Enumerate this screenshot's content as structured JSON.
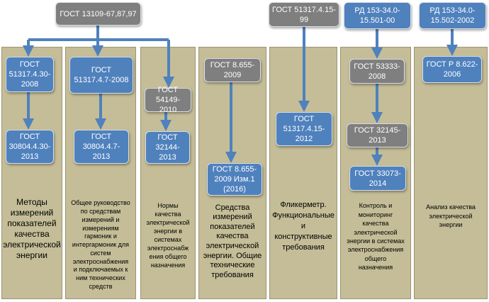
{
  "colors": {
    "column_bg": "#c4bd97",
    "gray_box": "#7f7f7f",
    "blue_box": "#4f81bd",
    "connector": "#4f81bd"
  },
  "top": {
    "root": "ГОСТ 13109-67,87,97",
    "col5": "ГОСТ 51317.4.15-\n99",
    "col6": "РД 153-34.0-\n15.501-00",
    "col7": "РД 153-34.0-\n15.502-2002"
  },
  "columns": [
    {
      "boxes": [
        "ГОСТ\n51317.4.30-\n2008",
        "ГОСТ\n30804.4.30-\n2013"
      ],
      "description": "Методы\nизмерений\nпоказателей\nкачества\nэлектрической\nэнергии"
    },
    {
      "boxes": [
        "ГОСТ\n51317.4.7-2008",
        "ГОСТ\n30804.4.7-\n2013"
      ],
      "description": "Общее руководство\nпо средствам\nизмерений и\nизмерениям\nгармоник и\nинтергармоник для\nсистем\nэлектроснабжения\nи подключаемых к\nним технических\nсредств"
    },
    {
      "boxes": [
        "ГОСТ\n54149-2010",
        "ГОСТ\n32144-\n2013"
      ],
      "description": "Нормы\nкачества\nэлектрической\nэнергии в\nсистемах\nэлектроснабж\nения общего\nназначения"
    },
    {
      "boxes": [
        "ГОСТ 8.655-\n2009",
        "ГОСТ 8.655-\n2009 Изм.1\n(2016)"
      ],
      "description": "Средства\nизмерений\nпоказателей\nкачества\nэлектрической\nэнергии. Общие\nтехнические\nтребования"
    },
    {
      "boxes": [
        "ГОСТ\n51317.4.15-\n2012"
      ],
      "description": "Фликерметр.\nФункциональные\nи\nконструктивные\nтребования"
    },
    {
      "boxes": [
        "ГОСТ 53333-\n2008",
        "ГОСТ 32145-\n2013",
        "ГОСТ 33073-\n2014"
      ],
      "description": "Контроль и\nмониторинг\nкачества\nэлектрической\nэнергии в системах\nэлектроснабжения\nобщего\nназначения"
    },
    {
      "boxes": [
        "ГОСТ Р 8.622-\n2006"
      ],
      "description": "Анализ качества\nэлектрической\nэнергии"
    }
  ]
}
